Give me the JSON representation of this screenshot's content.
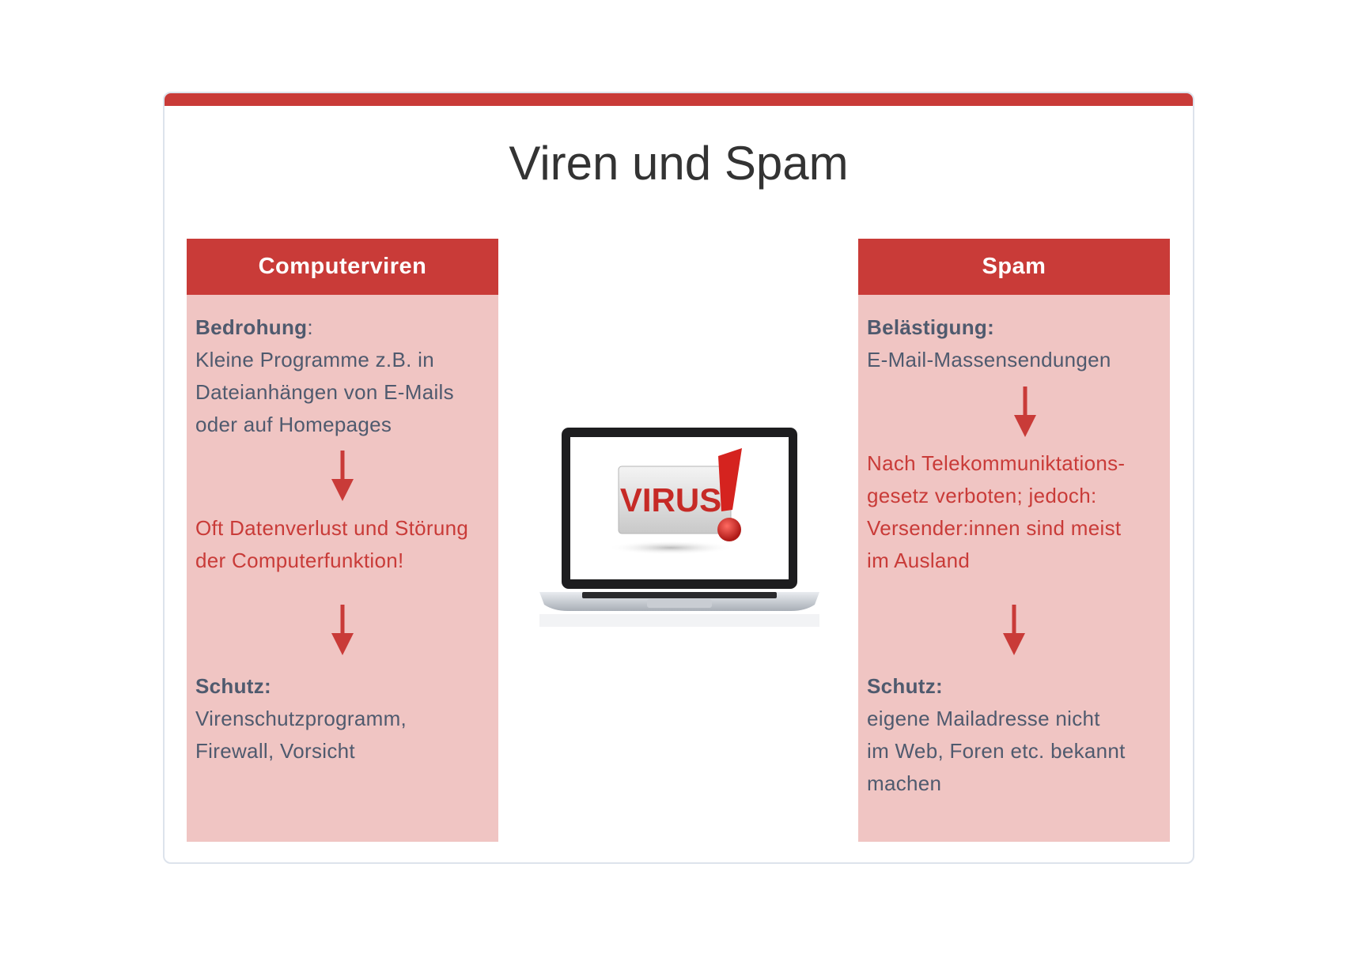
{
  "title": "Viren und Spam",
  "left": {
    "header": "Computerviren",
    "threat_label": "Bedrohung",
    "threat_colon": ":",
    "threat_lines": [
      "Kleine Programme z.B. in",
      "Dateianhängen von E-Mails",
      "oder auf Homepages"
    ],
    "consequence_lines": [
      "Oft Datenverlust und Störung",
      "der Computerfunktion!"
    ],
    "protection_label": "Schutz:",
    "protection_lines": [
      "Virenschutzprogramm,",
      "Firewall, Vorsicht"
    ]
  },
  "right": {
    "header": "Spam",
    "nuisance_label": "Belästigung:",
    "nuisance_lines": [
      "E-Mail-Massensendungen"
    ],
    "law_lines": [
      "Nach Telekommuniktations-",
      "gesetz verboten; jedoch:",
      "Versender:innen sind meist",
      "im Ausland"
    ],
    "protection_label": "Schutz:",
    "protection_lines": [
      "eigene Mailadresse nicht",
      "im Web, Foren etc. bekannt",
      "machen"
    ]
  },
  "illustration": {
    "screen_text": "VIRUS",
    "icons": [
      "laptop-icon",
      "warning-exclamation-icon",
      "arrow-down-icon"
    ]
  },
  "colors": {
    "accent_red": "#c93b38",
    "panel_pink": "#f0c5c3",
    "text_gray": "#4f5a6e",
    "title_dark": "#333333"
  }
}
